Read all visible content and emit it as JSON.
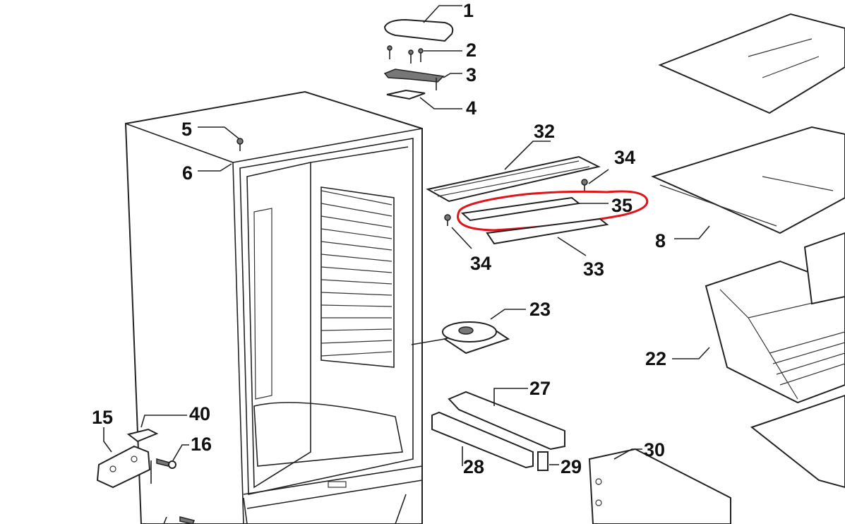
{
  "diagram": {
    "title": "Refrigerator exploded parts diagram",
    "highlight_color": "#e0141b",
    "highlighted_part": "35",
    "labels": {
      "p1": "1",
      "p2": "2",
      "p3": "3",
      "p4": "4",
      "p5": "5",
      "p6": "6",
      "p32": "32",
      "p34a": "34",
      "p35": "35",
      "p34b": "34",
      "p33": "33",
      "p8": "8",
      "p23": "23",
      "p22": "22",
      "p27": "27",
      "p15": "15",
      "p40": "40",
      "p16": "16",
      "p28": "28",
      "p29": "29",
      "p30": "30"
    }
  }
}
